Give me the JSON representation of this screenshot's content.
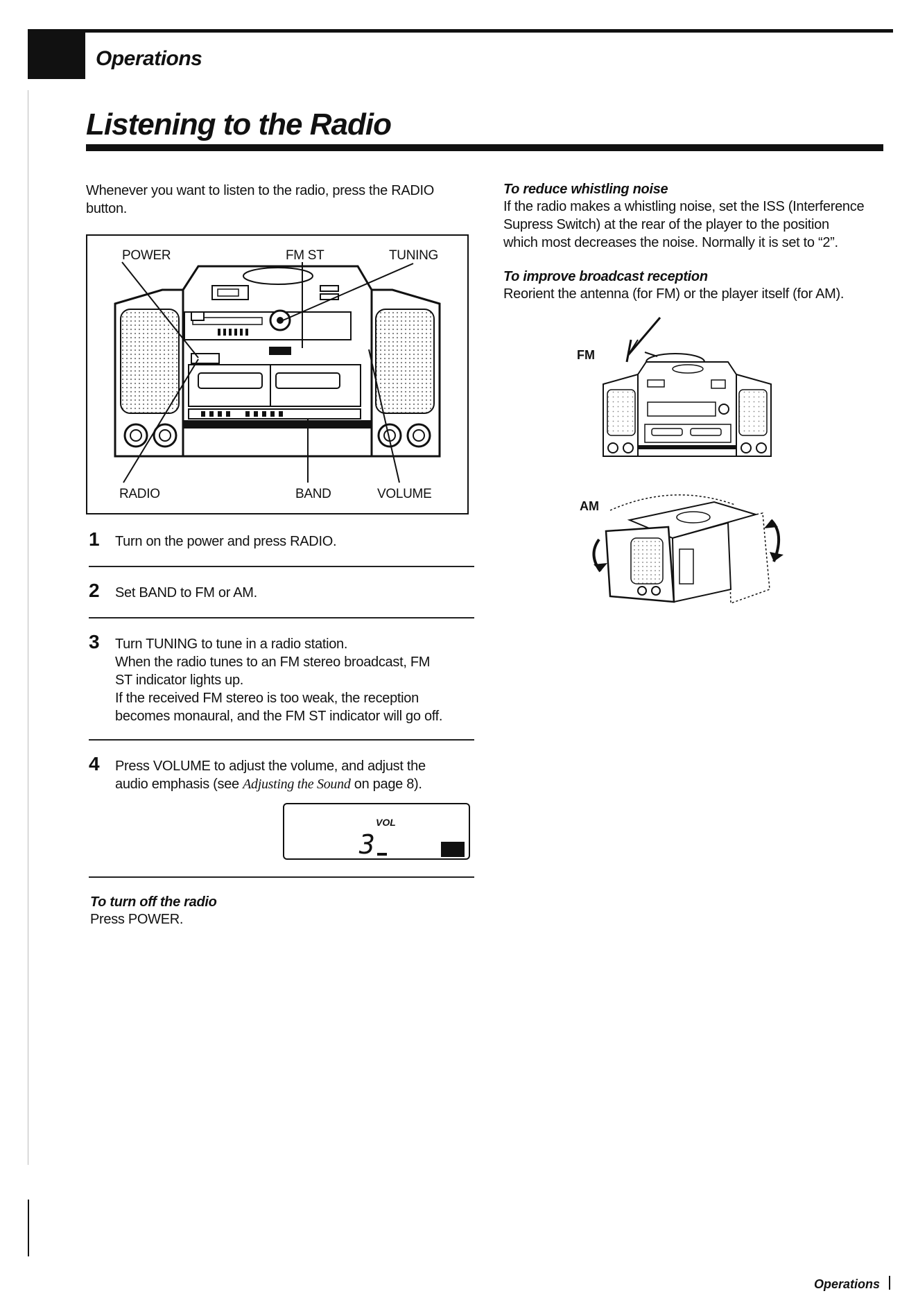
{
  "header": {
    "section": "Operations"
  },
  "title": "Listening to the Radio",
  "intro": [
    "Whenever you want to listen to the radio, press the RADIO",
    "button."
  ],
  "diagram": {
    "labels": {
      "power": "POWER",
      "fmst": "FM ST",
      "tuning": "TUNING",
      "radio": "RADIO",
      "band": "BAND",
      "volume": "VOLUME"
    }
  },
  "steps": [
    {
      "num": "1",
      "lines": [
        "Turn on the power and press RADIO."
      ]
    },
    {
      "num": "2",
      "lines": [
        "Set BAND to FM or AM."
      ]
    },
    {
      "num": "3",
      "lines": [
        "Turn TUNING to tune in a radio station.",
        "When the radio tunes to an FM stereo broadcast, FM",
        "ST indicator lights up.",
        "If the received FM stereo is too weak, the reception",
        "becomes monaural, and the FM ST indicator will go off."
      ]
    },
    {
      "num": "4",
      "lines": [
        "Press VOLUME to adjust the volume, and adjust the"
      ],
      "line2_pre": "audio emphasis (see ",
      "line2_ref": "Adjusting the Sound",
      "line2_post": " on page 8)."
    }
  ],
  "vol_display": {
    "label": "VOL",
    "value": "3"
  },
  "turn_off": {
    "heading": "To turn off the radio",
    "text": "Press POWER."
  },
  "whistle": {
    "heading": "To reduce whistling noise",
    "lines": [
      "If the radio makes a whistling noise, set the ISS (Interference",
      "Supress Switch) at the rear of the player to the position",
      "which most decreases the noise. Normally it is set to “2”."
    ]
  },
  "reception": {
    "heading": "To improve broadcast reception",
    "lines": [
      "Reorient the antenna (for FM) or the player itself (for AM)."
    ]
  },
  "illustration_labels": {
    "fm": "FM",
    "am": "AM"
  },
  "footer": {
    "section": "Operations"
  }
}
